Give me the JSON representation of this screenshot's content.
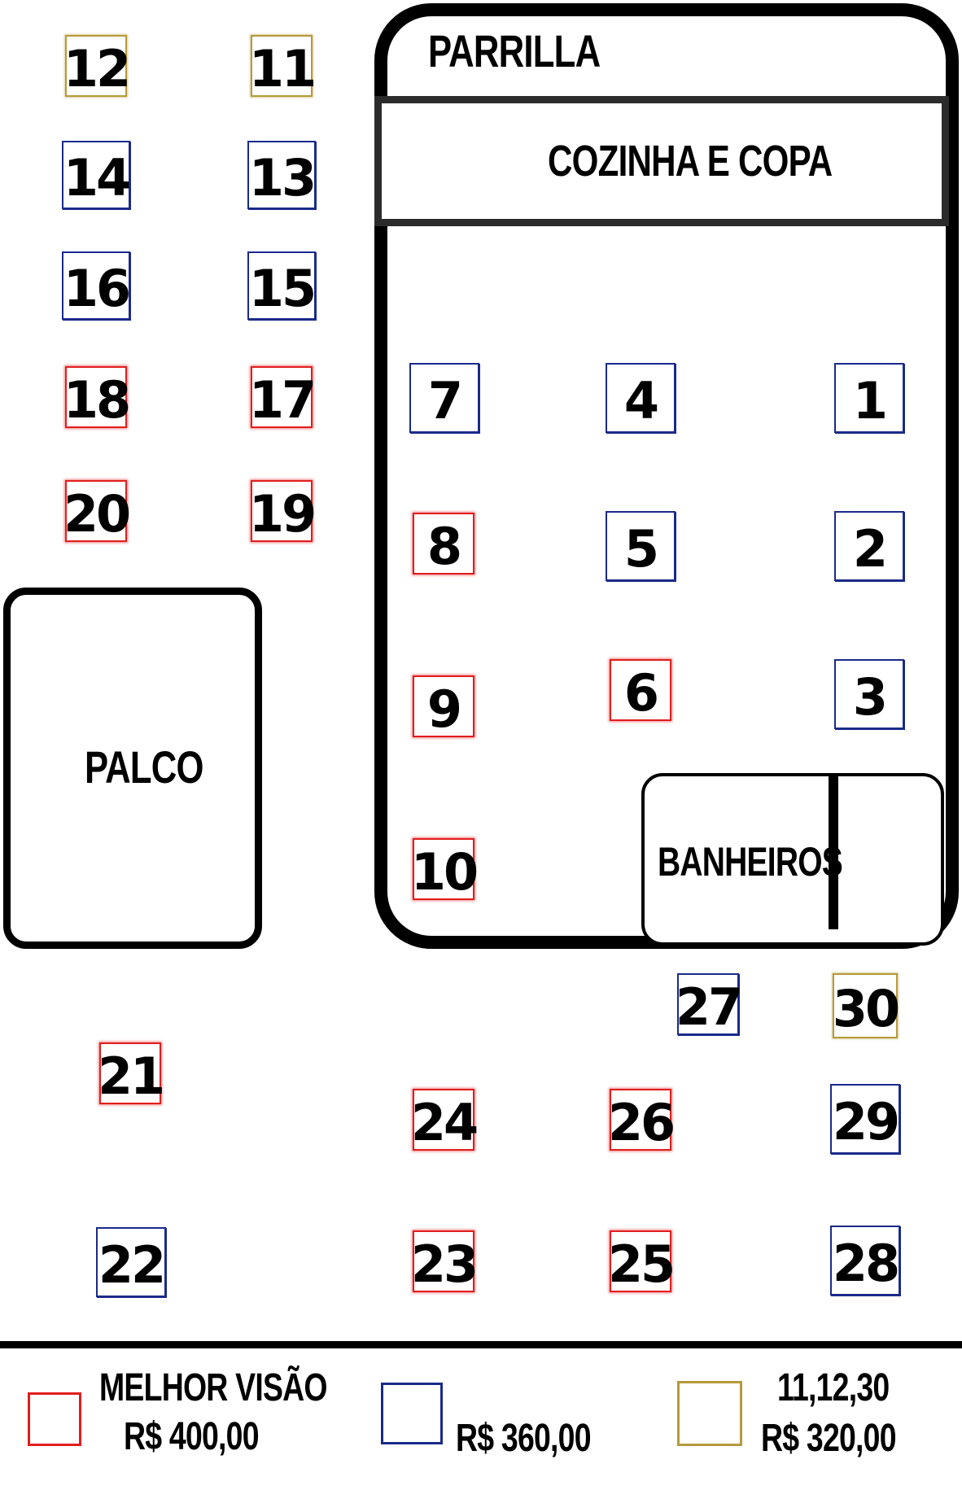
{
  "areas": {
    "parrilla": "PARRILLA",
    "cozinha": "COZINHA E COPA",
    "palco": "PALCO",
    "banheiros": "BANHEIROS"
  },
  "colors": {
    "red": "#e11d1d",
    "blue": "#1a2a8a",
    "gold": "#b59a3b"
  },
  "tables": [
    {
      "id": "12",
      "tier": "gold"
    },
    {
      "id": "11",
      "tier": "gold"
    },
    {
      "id": "14",
      "tier": "blue"
    },
    {
      "id": "13",
      "tier": "blue"
    },
    {
      "id": "16",
      "tier": "blue"
    },
    {
      "id": "15",
      "tier": "blue"
    },
    {
      "id": "18",
      "tier": "red"
    },
    {
      "id": "17",
      "tier": "red"
    },
    {
      "id": "20",
      "tier": "red"
    },
    {
      "id": "19",
      "tier": "red"
    },
    {
      "id": "7",
      "tier": "blue"
    },
    {
      "id": "4",
      "tier": "blue"
    },
    {
      "id": "1",
      "tier": "blue"
    },
    {
      "id": "8",
      "tier": "red"
    },
    {
      "id": "5",
      "tier": "blue"
    },
    {
      "id": "2",
      "tier": "blue"
    },
    {
      "id": "9",
      "tier": "red"
    },
    {
      "id": "6",
      "tier": "red"
    },
    {
      "id": "3",
      "tier": "blue"
    },
    {
      "id": "10",
      "tier": "red"
    },
    {
      "id": "27",
      "tier": "blue"
    },
    {
      "id": "30",
      "tier": "gold"
    },
    {
      "id": "21",
      "tier": "red"
    },
    {
      "id": "24",
      "tier": "red"
    },
    {
      "id": "26",
      "tier": "red"
    },
    {
      "id": "29",
      "tier": "blue"
    },
    {
      "id": "22",
      "tier": "blue"
    },
    {
      "id": "23",
      "tier": "red"
    },
    {
      "id": "25",
      "tier": "red"
    },
    {
      "id": "28",
      "tier": "blue"
    }
  ],
  "legend": {
    "red": {
      "line1": "MELHOR VISÃO",
      "line2": "R$ 400,00"
    },
    "blue": {
      "price": "R$ 360,00"
    },
    "gold": {
      "line1": "11,12,30",
      "line2": "R$ 320,00"
    }
  }
}
